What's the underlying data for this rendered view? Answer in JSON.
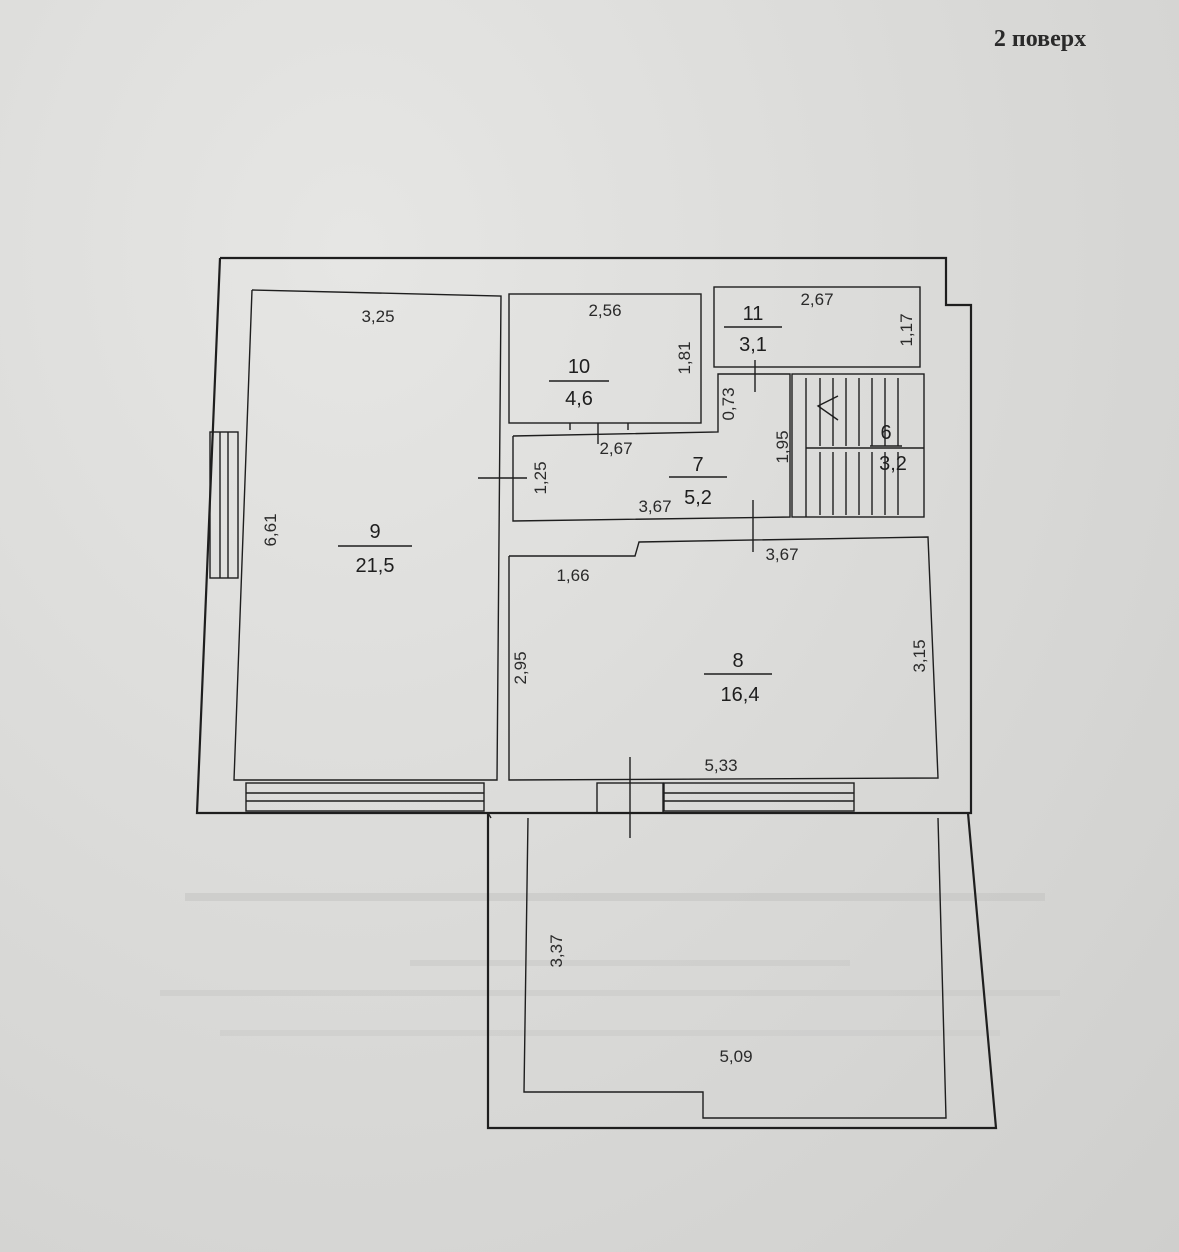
{
  "page_title": "2 поверх",
  "rooms": {
    "r9": {
      "number": "9",
      "area": "21,5"
    },
    "r10": {
      "number": "10",
      "area": "4,6"
    },
    "r11": {
      "number": "11",
      "area": "3,1"
    },
    "r7": {
      "number": "7",
      "area": "5,2"
    },
    "r6": {
      "number": "6",
      "area": "3,2"
    },
    "r8": {
      "number": "8",
      "area": "16,4"
    }
  },
  "dimensions": {
    "r9_width": "3,25",
    "r9_height": "6,61",
    "r10_width": "2,56",
    "r10_height": "1,81",
    "r10_bottom": "2,67",
    "r11_width": "2,67",
    "r11_height": "1,17",
    "corridor_gap": "0,73",
    "r7_height": "1,25",
    "r7_width": "3,67",
    "stair_height": "1,95",
    "r8_top_right": "3,67",
    "r8_top_left": "1,66",
    "r8_height_left": "2,95",
    "r8_height_right": "3,15",
    "r8_width": "5,33",
    "balcony_height": "3,37",
    "balcony_width": "5,09"
  }
}
